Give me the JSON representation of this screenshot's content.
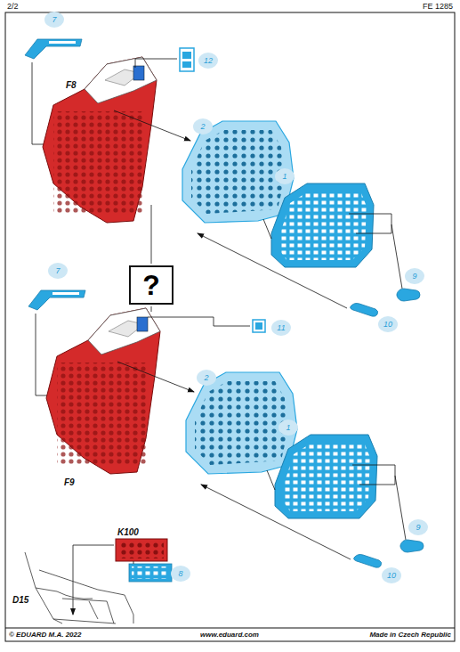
{
  "diagram": {
    "nodes": [
      {
        "text": [
          "?"
        ]
      }
    ],
    "labels": [
      "2/2",
      "FE 1285",
      "7",
      "F8",
      "12",
      "2",
      "1",
      "9",
      "10",
      "7",
      "11",
      "F9",
      "2",
      "1",
      "9",
      "10",
      "K100",
      "8",
      "D15",
      "© EDUARD M.A. 2022",
      "www.eduard.com",
      "Made in Czech Republic"
    ]
  }
}
